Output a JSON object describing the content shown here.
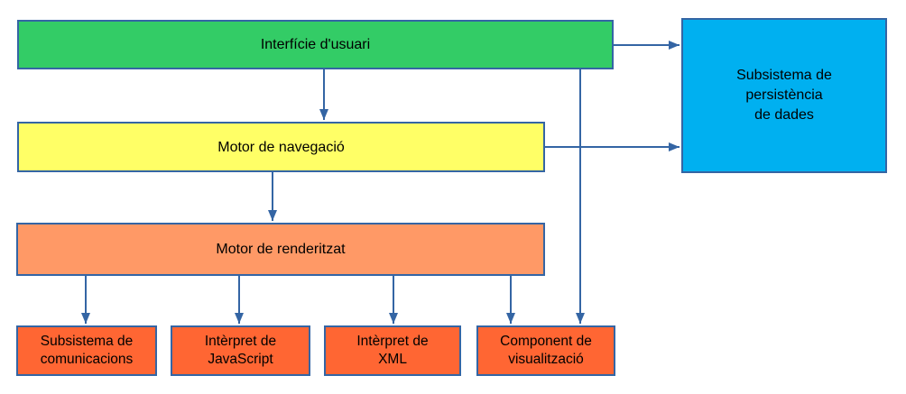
{
  "diagram": {
    "boxes": {
      "ui": {
        "label": "Interfície d'usuari",
        "fill": "#33cc66"
      },
      "persistence": {
        "lines": [
          "Subsistema de",
          "persistència",
          "de dades"
        ],
        "fill": "#00b0f0"
      },
      "navigation": {
        "label": "Motor de navegació",
        "fill": "#ffff66"
      },
      "rendering": {
        "label": "Motor de renderitzat",
        "fill": "#ff9966"
      },
      "communications": {
        "lines": [
          "Subsistema de",
          "comunicacions"
        ],
        "fill": "#ff6633"
      },
      "javascript_interpreter": {
        "lines": [
          "Intèrpret de",
          "JavaScript"
        ],
        "fill": "#ff6633"
      },
      "xml_interpreter": {
        "lines": [
          "Intèrpret de",
          "XML"
        ],
        "fill": "#ff6633"
      },
      "visualization": {
        "lines": [
          "Component de",
          "visualització"
        ],
        "fill": "#ff6633"
      }
    },
    "edges": [
      {
        "from": "Interfície d'usuari",
        "to": "Subsistema de persistència de dades"
      },
      {
        "from": "Interfície d'usuari",
        "to": "Motor de navegació"
      },
      {
        "from": "Interfície d'usuari",
        "to": "Component de visualització"
      },
      {
        "from": "Motor de navegació",
        "to": "Subsistema de persistència de dades"
      },
      {
        "from": "Motor de navegació",
        "to": "Motor de renderitzat"
      },
      {
        "from": "Motor de renderitzat",
        "to": "Subsistema de comunicacions"
      },
      {
        "from": "Motor de renderitzat",
        "to": "Intèrpret de JavaScript"
      },
      {
        "from": "Motor de renderitzat",
        "to": "Intèrpret de XML"
      },
      {
        "from": "Motor de renderitzat",
        "to": "Component de visualització"
      }
    ],
    "colors": {
      "connector": "#3465a4",
      "border": "#3465a4",
      "text": "#000000",
      "background": "#ffffff"
    }
  }
}
